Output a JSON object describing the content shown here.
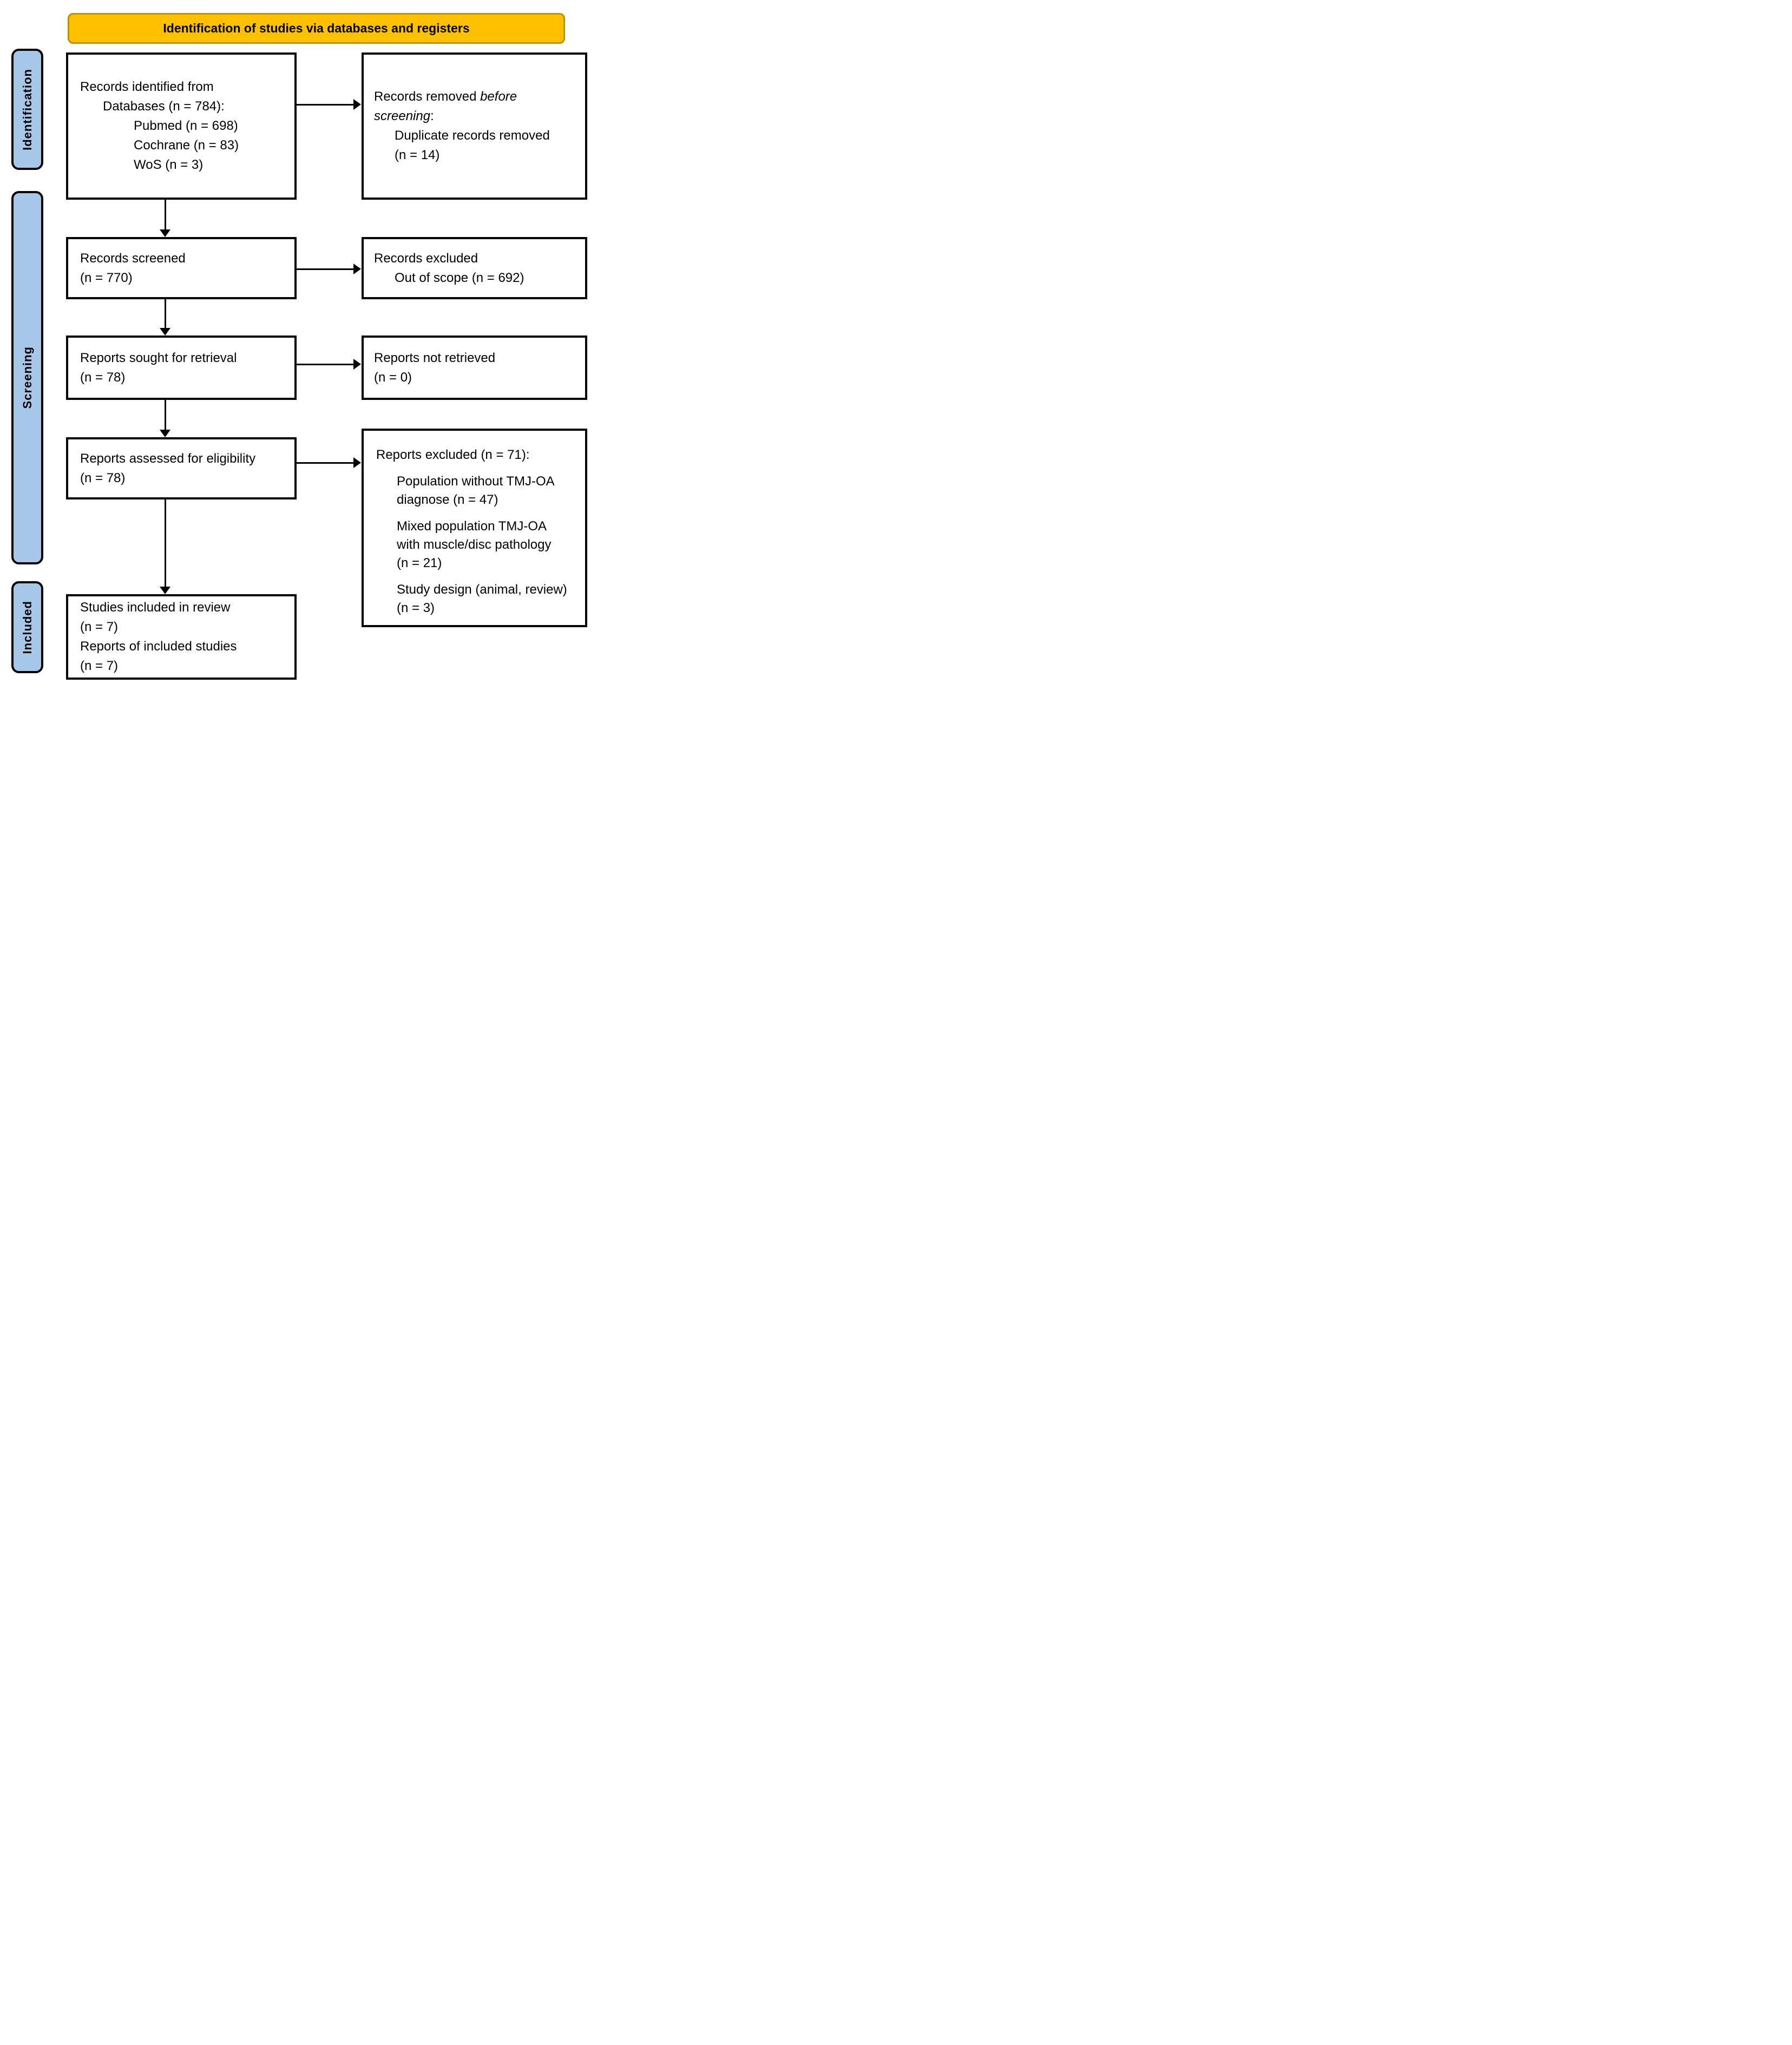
{
  "title": "Identification of studies via databases and registers",
  "stages": {
    "identification": "Identification",
    "screening": "Screening",
    "included": "Included"
  },
  "boxes": {
    "records_identified": {
      "line1": "Records identified from",
      "line2": "Databases (n = 784):",
      "line3": "Pubmed (n = 698)",
      "line4": "Cochrane (n = 83)",
      "line5": "WoS (n = 3)"
    },
    "records_removed": {
      "line1_normal": "Records removed ",
      "line1_italic": "before",
      "line2_italic": "screening",
      "line2_normal": ":",
      "line3": "Duplicate records removed",
      "line4": "(n = 14)"
    },
    "records_screened": {
      "line1": "Records screened",
      "line2": "(n = 770)"
    },
    "records_excluded": {
      "line1": "Records excluded",
      "line2": "Out of scope (n = 692)"
    },
    "reports_sought": {
      "line1": "Reports sought for retrieval",
      "line2": "(n = 78)"
    },
    "reports_not_retrieved": {
      "line1": "Reports not retrieved",
      "line2": "(n = 0)"
    },
    "reports_assessed": {
      "line1": "Reports assessed for eligibility",
      "line2": "(n = 78)"
    },
    "reports_excluded": {
      "heading": "Reports excluded (n = 71):",
      "reason1_line1": "Population without TMJ-OA",
      "reason1_line2": "diagnose (n = 47)",
      "reason2_line1": "Mixed population TMJ-OA",
      "reason2_line2": "with muscle/disc pathology",
      "reason2_line3": "(n = 21)",
      "reason3_line1": "Study design (animal, review)",
      "reason3_line2": "(n = 3)"
    },
    "studies_included": {
      "line1": "Studies included in review",
      "line2": "(n = 7)",
      "line3": "Reports of included studies",
      "line4": "(n = 7)"
    }
  },
  "colors": {
    "banner_fill": "#FFC000",
    "banner_border": "#BF9000",
    "stage_fill": "#A7C7E8",
    "box_border": "#000000",
    "box_fill": "#FFFFFF",
    "text": "#000000"
  }
}
